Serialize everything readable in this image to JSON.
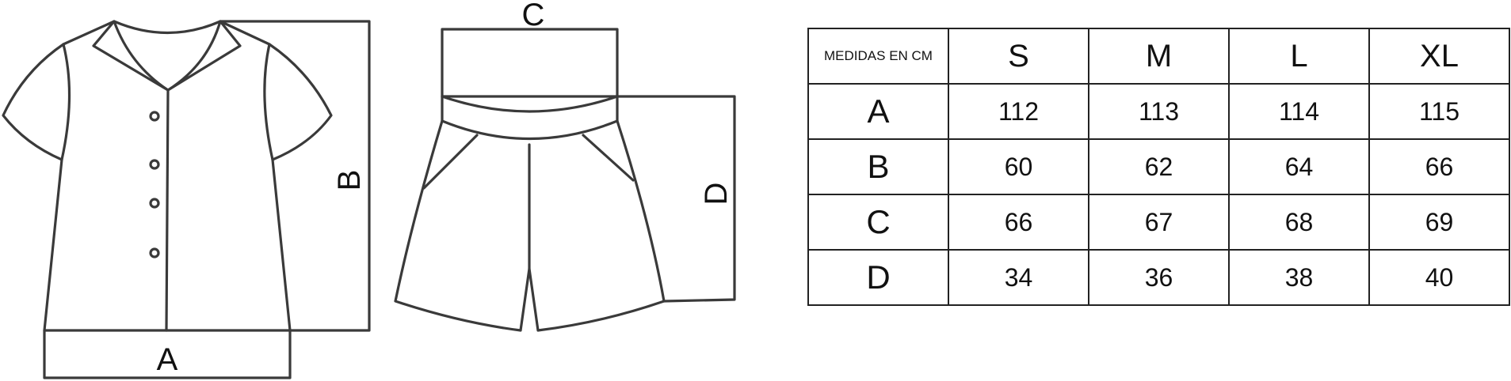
{
  "diagram": {
    "labels": {
      "a": "A",
      "b": "B",
      "c": "C",
      "d": "D"
    }
  },
  "table": {
    "corner_label": "MEDIDAS EN CM",
    "sizes": [
      "S",
      "M",
      "L",
      "XL"
    ],
    "rows": [
      {
        "label": "A",
        "values": [
          "112",
          "113",
          "114",
          "115"
        ]
      },
      {
        "label": "B",
        "values": [
          "60",
          "62",
          "64",
          "66"
        ]
      },
      {
        "label": "C",
        "values": [
          "66",
          "67",
          "68",
          "69"
        ]
      },
      {
        "label": "D",
        "values": [
          "34",
          "36",
          "38",
          "40"
        ]
      }
    ]
  },
  "colors": {
    "line": "#3a3a3a",
    "border": "#222222",
    "text": "#111111",
    "background": "#ffffff"
  }
}
